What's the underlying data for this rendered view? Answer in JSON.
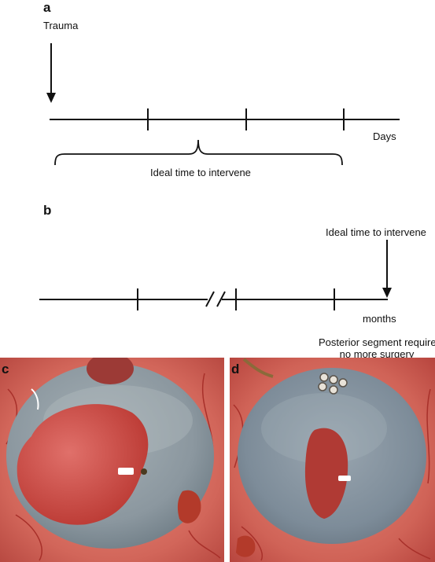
{
  "panel_a": {
    "letter": "a",
    "trauma_label": "Trauma",
    "axis_unit": "Days",
    "brace_caption": "Ideal time to intervene"
  },
  "panel_b": {
    "letter": "b",
    "arrow_caption": "Ideal time to intervene",
    "axis_unit": "months",
    "note_line1": "Posterior segment requires",
    "note_line2": "no more surgery"
  },
  "panel_c": {
    "letter": "c"
  },
  "panel_d": {
    "letter": "d"
  },
  "colors": {
    "ink": "#111111",
    "sclera_red": "#c9574e",
    "iris_gray": "#8d9aa4",
    "pupil_red": "#c8423c",
    "background": "#ffffff"
  }
}
